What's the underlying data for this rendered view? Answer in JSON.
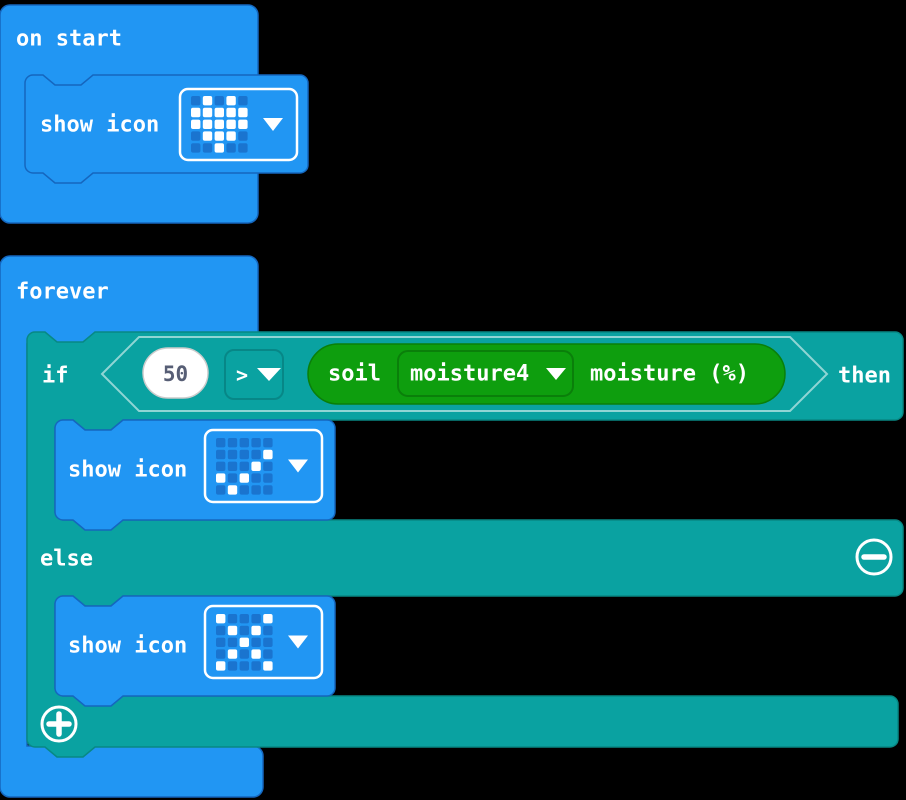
{
  "colors": {
    "basic_blue": "#2196F3",
    "blue_stroke": "#1566BE",
    "led_off": "#1A74CF",
    "led_on": "#FFFFFF",
    "logic_teal": "#0AA2A1",
    "teal_stroke": "#088884",
    "extension_green": "#0E9E0E",
    "green_stroke": "#0A7F0A",
    "number_text": "#575E75",
    "background": "#000000"
  },
  "blocks": {
    "on_start": {
      "label": "on start",
      "show_icon": {
        "label": "show icon",
        "icon": "heart"
      }
    },
    "forever": {
      "label": "forever"
    },
    "if_block": {
      "if_label": "if",
      "then_label": "then",
      "else_label": "else",
      "condition": {
        "value": "50",
        "operator": ">",
        "sensor": {
          "prefix": "soil",
          "dropdown": "moisture4",
          "suffix": "moisture (%)"
        }
      },
      "then_branch": {
        "show_icon": {
          "label": "show icon",
          "icon": "check"
        }
      },
      "else_branch": {
        "show_icon": {
          "label": "show icon",
          "icon": "cross"
        }
      },
      "controls": {
        "collapse_button": "minus",
        "expand_button": "plus"
      }
    }
  },
  "icons": {
    "heart": {
      "name": "heart",
      "pattern": [
        "01010",
        "11111",
        "11111",
        "01110",
        "00100"
      ]
    },
    "check": {
      "name": "yes-check",
      "pattern": [
        "00000",
        "00001",
        "00010",
        "10100",
        "01000"
      ]
    },
    "cross": {
      "name": "no-cross",
      "pattern": [
        "10001",
        "01010",
        "00100",
        "01010",
        "10001"
      ]
    }
  }
}
